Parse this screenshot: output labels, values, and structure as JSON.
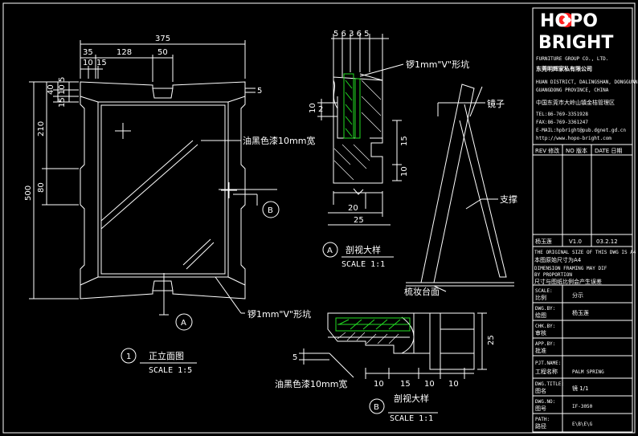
{
  "colors": {
    "background": "#000000",
    "line": "#ffffff",
    "accent": "#ff2020",
    "glass": "#22dd22"
  },
  "front_view": {
    "dims": {
      "total_width": "375",
      "left_w": "35",
      "seg_a": "128",
      "seg_b": "50",
      "small_a": "10",
      "small_b": "15",
      "height_total": "500",
      "h_210": "210",
      "h_80": "80",
      "h_40": "40",
      "h_15": "15",
      "h_10": "10",
      "h_5": "5",
      "right_5": "5"
    },
    "paint_note": "油黑色漆10mm宽",
    "groove_note": "锣1mm\"V\"形坑",
    "section_a": "A",
    "section_b": "B",
    "callout_num": "1",
    "title": "正立面图",
    "scale": "SCALE 1:5"
  },
  "section_a": {
    "top_dims": "5 6 3 6 5",
    "groove_note": "锣1mm\"V\"形坑",
    "dims": {
      "d10": "10",
      "d2": "2",
      "d15": "15",
      "d10b": "10",
      "d20": "20",
      "d25": "25"
    },
    "label": "A",
    "title": "剖视大样",
    "scale": "SCALE 1:1"
  },
  "side_view": {
    "mirror": "镜子",
    "support": "支撑",
    "table": "梳妆台面"
  },
  "section_b": {
    "dims": {
      "d25": "25",
      "d10a": "10",
      "d15": "15",
      "d10b": "10",
      "d10c": "10",
      "d5": "5"
    },
    "paint_note": "油黑色漆10mm宽",
    "label": "B",
    "title": "剖视大样",
    "scale": "SCALE 1:1"
  },
  "title_block": {
    "logo_top": "HOPO",
    "logo_bottom": "BRIGHT",
    "company_en": "FURNITURE GROUP CO., LTD.",
    "company_cn": "东莞明辉家私有限公司",
    "address1": "HUAN DISTRICT, DALINGSHAN, DONGGUAN",
    "address2": "GUANGDONG PROVINCE, CHINA",
    "address_cn": "中国东莞市大岭山镇金桔管理区",
    "tel": "TEL:86-769-3351928",
    "fax": "FAX:86-769-3361247",
    "email": "E-MAIL:hpbright@pub.dgnet.gd.cn",
    "web": "http://www.hopo-bright.com",
    "rev_headers": [
      "REV 修改",
      "NO 版本",
      "DATE 日期"
    ],
    "rev_row": [
      "杨玉莲",
      "V1.0",
      "03.2.12"
    ],
    "note1": "THE ORIGINAL SIZE OF THIS DWG IS A4",
    "note2": "本图原始尺寸为A4",
    "note3": "DIMENSION FRAMING MAY DIF",
    "note4": "BY PROPORTION",
    "note5": "尺寸与图纸比例会产生误差",
    "rows": [
      {
        "en": "SCALE:",
        "cn": "比例",
        "val": "分示"
      },
      {
        "en": "DWG.BY:",
        "cn": "绘图",
        "val": "杨玉莲"
      },
      {
        "en": "CHK.BY:",
        "cn": "审核",
        "val": ""
      },
      {
        "en": "APP.BY:",
        "cn": "批准",
        "val": ""
      },
      {
        "en": "PJT.NAME:",
        "cn": "工程名称",
        "val": "PALM SPRING"
      },
      {
        "en": "DWG.TITLE:",
        "cn": "图名",
        "val": "镜      1/1"
      },
      {
        "en": "DWG.NO:",
        "cn": "图号",
        "val": "IF-3050"
      },
      {
        "en": "PATH:",
        "cn": "路径",
        "val": "E\\B\\E\\G"
      }
    ]
  }
}
